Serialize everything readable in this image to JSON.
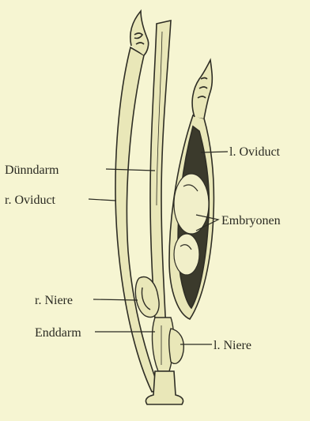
{
  "labels": {
    "duenndarm": "Dünndarm",
    "r_oviduct": "r. Oviduct",
    "l_oviduct": "l. Oviduct",
    "embryonen": "Embryonen",
    "r_niere": "r. Niere",
    "enddarm": "Enddarm",
    "l_niere": "l. Niere"
  },
  "colors": {
    "background": "#f6f5d2",
    "ink": "#2a2a22",
    "tissue": "#e9e7b8",
    "shadow": "#3b3a2c",
    "embryo": "#f1efc9"
  }
}
